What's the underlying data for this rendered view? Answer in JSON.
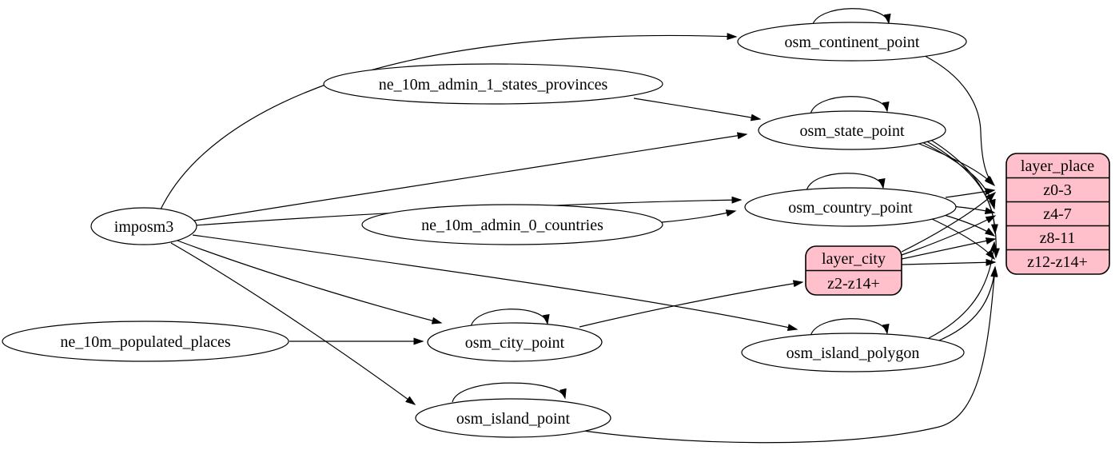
{
  "diagram": {
    "colors": {
      "record_fill": "#ffc0cb",
      "node_fill": "#ffffff",
      "stroke": "#000000",
      "background": "#ffffff"
    },
    "nodes": {
      "imposm3": {
        "label": "imposm3"
      },
      "ne_admin1": {
        "label": "ne_10m_admin_1_states_provinces"
      },
      "ne_admin0": {
        "label": "ne_10m_admin_0_countries"
      },
      "ne_populated": {
        "label": "ne_10m_populated_places"
      },
      "continent": {
        "label": "osm_continent_point"
      },
      "state": {
        "label": "osm_state_point"
      },
      "country": {
        "label": "osm_country_point"
      },
      "city": {
        "label": "osm_city_point"
      },
      "island_polygon": {
        "label": "osm_island_polygon"
      },
      "island_point": {
        "label": "osm_island_point"
      }
    },
    "layer_city": {
      "title": "layer_city",
      "rows": [
        "z2-z14+"
      ]
    },
    "layer_place": {
      "title": "layer_place",
      "rows": [
        "z0-3",
        "z4-7",
        "z8-11",
        "z12-z14+"
      ]
    },
    "edges": [
      {
        "from": "imposm3",
        "to": "osm_continent_point"
      },
      {
        "from": "imposm3",
        "to": "osm_state_point"
      },
      {
        "from": "imposm3",
        "to": "osm_country_point"
      },
      {
        "from": "imposm3",
        "to": "osm_city_point"
      },
      {
        "from": "imposm3",
        "to": "osm_island_polygon"
      },
      {
        "from": "imposm3",
        "to": "osm_island_point"
      },
      {
        "from": "ne_10m_admin_1_states_provinces",
        "to": "osm_state_point"
      },
      {
        "from": "ne_10m_admin_0_countries",
        "to": "osm_country_point"
      },
      {
        "from": "ne_10m_populated_places",
        "to": "osm_city_point"
      },
      {
        "from": "osm_continent_point",
        "to": "osm_continent_point"
      },
      {
        "from": "osm_state_point",
        "to": "osm_state_point"
      },
      {
        "from": "osm_country_point",
        "to": "osm_country_point"
      },
      {
        "from": "osm_city_point",
        "to": "osm_city_point"
      },
      {
        "from": "osm_island_polygon",
        "to": "osm_island_polygon"
      },
      {
        "from": "osm_island_point",
        "to": "osm_island_point"
      },
      {
        "from": "osm_continent_point",
        "to": "layer_place:z0-3"
      },
      {
        "from": "osm_state_point",
        "to": "layer_place:z0-3"
      },
      {
        "from": "osm_state_point",
        "to": "layer_place:z4-7"
      },
      {
        "from": "osm_state_point",
        "to": "layer_place:z8-11"
      },
      {
        "from": "osm_state_point",
        "to": "layer_place:z12-z14+"
      },
      {
        "from": "osm_country_point",
        "to": "layer_place:z0-3"
      },
      {
        "from": "osm_country_point",
        "to": "layer_place:z4-7"
      },
      {
        "from": "osm_country_point",
        "to": "layer_place:z8-11"
      },
      {
        "from": "osm_country_point",
        "to": "layer_place:z12-z14+"
      },
      {
        "from": "osm_city_point",
        "to": "layer_city:z2-z14+"
      },
      {
        "from": "layer_city",
        "to": "layer_place:z0-3"
      },
      {
        "from": "layer_city",
        "to": "layer_place:z4-7"
      },
      {
        "from": "layer_city",
        "to": "layer_place:z8-11"
      },
      {
        "from": "layer_city",
        "to": "layer_place:z12-z14+"
      },
      {
        "from": "osm_island_polygon",
        "to": "layer_place:z8-11"
      },
      {
        "from": "osm_island_polygon",
        "to": "layer_place:z12-z14+"
      },
      {
        "from": "osm_island_point",
        "to": "layer_place:z12-z14+"
      }
    ]
  }
}
